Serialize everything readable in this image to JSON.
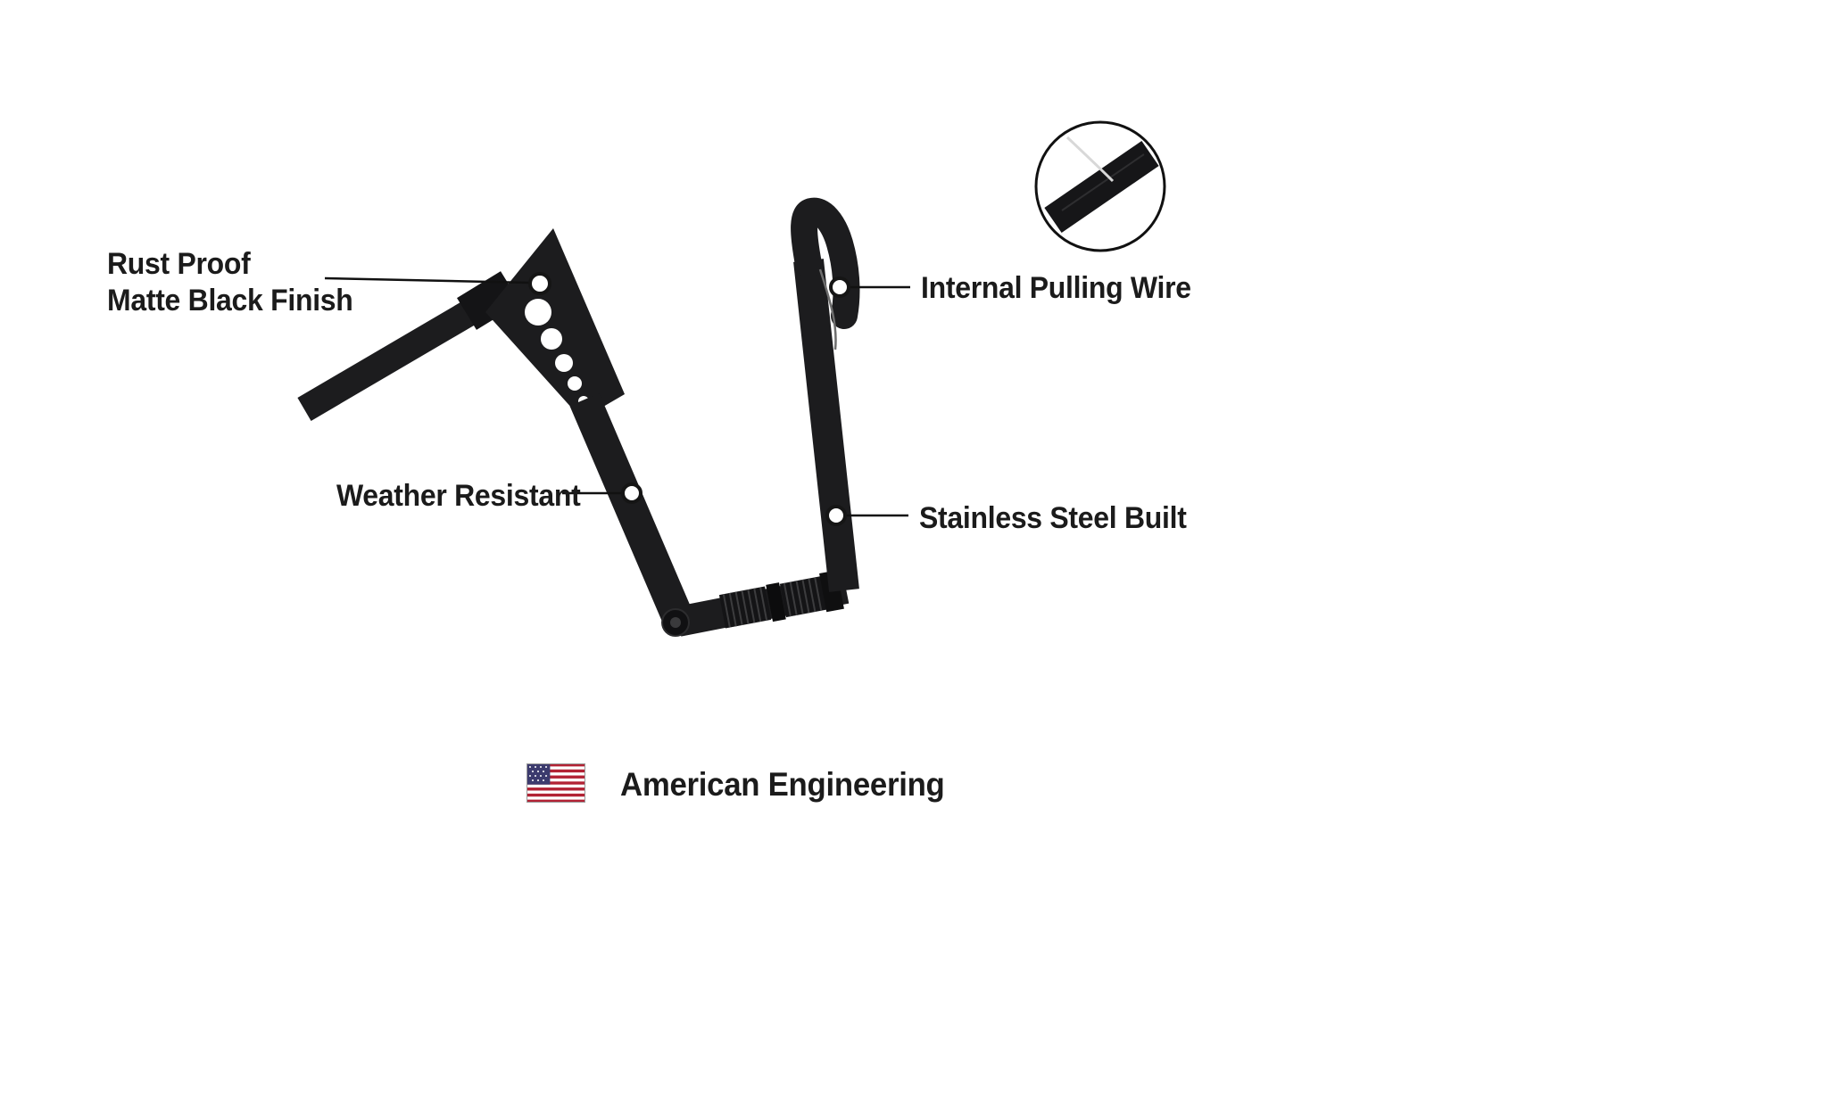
{
  "diagram": {
    "type": "product-feature-callout",
    "subject": "Ape hanger handlebar, matte black",
    "background": "#ffffff",
    "ink": "#1b1b1b",
    "bar_color": "#1c1c1e",
    "callouts": {
      "rust_proof": {
        "line1": "Rust Proof",
        "line2": "Matte Black Finish"
      },
      "internal_wire": {
        "label": "Internal Pulling Wire"
      },
      "weather": {
        "label": "Weather Resistant"
      },
      "stainless": {
        "label": "Stainless Steel Built"
      }
    },
    "footer": {
      "label": "American Engineering"
    },
    "flag": {
      "red": "#B22234",
      "blue": "#3C3B6E",
      "white": "#FFFFFF"
    }
  }
}
